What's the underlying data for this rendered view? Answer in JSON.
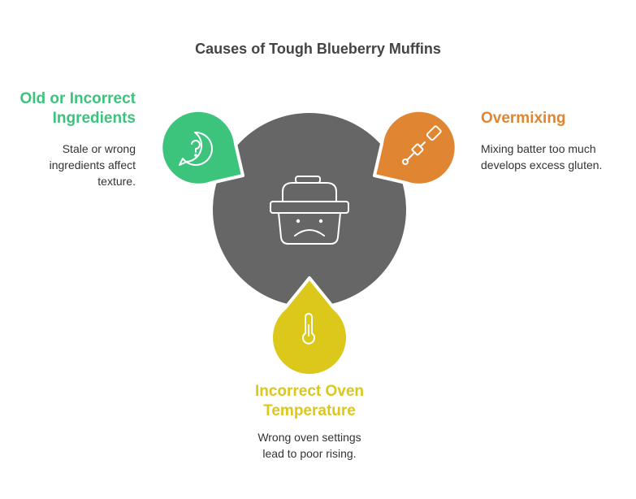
{
  "title": "Causes of Tough Blueberry Muffins",
  "center": {
    "icon": "sad-basket-icon",
    "color": "#666666"
  },
  "causes": [
    {
      "id": "ingredients",
      "title_lines": [
        "Old or Incorrect",
        "Ingredients"
      ],
      "description_lines": [
        "Stale or wrong",
        "ingredients affect",
        "texture."
      ],
      "icon": "question-mark-icon",
      "color": "#3cc47c"
    },
    {
      "id": "overmixing",
      "title_lines": [
        "Overmixing"
      ],
      "description_lines": [
        "Mixing batter too much",
        "develops excess gluten."
      ],
      "icon": "hand-mixer-icon",
      "color": "#e08532"
    },
    {
      "id": "oven",
      "title_lines": [
        "Incorrect Oven",
        "Temperature"
      ],
      "description_lines": [
        "Wrong oven settings",
        "lead to poor rising."
      ],
      "icon": "thermometer-icon",
      "color": "#dcc81a"
    }
  ]
}
